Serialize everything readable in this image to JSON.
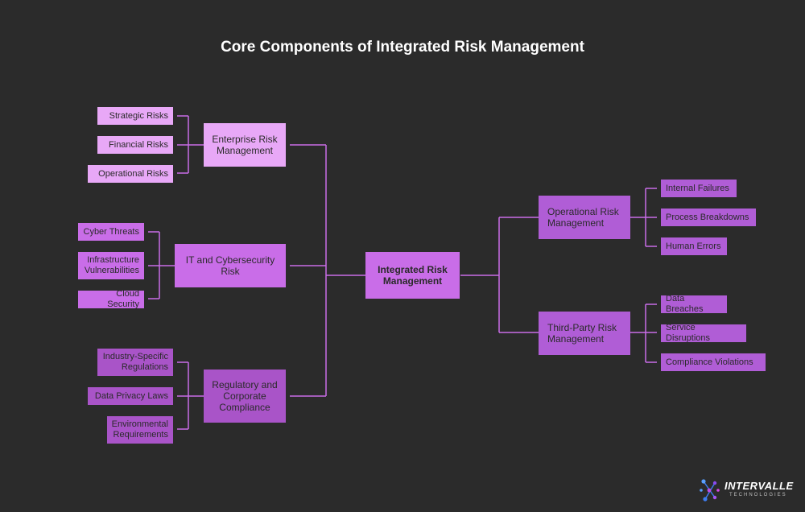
{
  "title": "Core Components of Integrated Risk Management",
  "center": "Integrated Risk Management",
  "left_branches": [
    {
      "label": "Enterprise Risk\nManagement",
      "children": [
        "Strategic Risks",
        "Financial Risks",
        "Operational Risks"
      ]
    },
    {
      "label": "IT and Cybersecurity\nRisk",
      "children": [
        "Cyber Threats",
        "Infrastructure\nVulnerabilities",
        "Cloud Security"
      ]
    },
    {
      "label": "Regulatory and\nCorporate\nCompliance",
      "children": [
        "Industry-Specific\nRegulations",
        "Data Privacy Laws",
        "Environmental\nRequirements"
      ]
    }
  ],
  "right_branches": [
    {
      "label": "Operational Risk\nManagement",
      "children": [
        "Internal Failures",
        "Process Breakdowns",
        "Human Errors"
      ]
    },
    {
      "label": "Third-Party Risk\nManagement",
      "children": [
        "Data Breaches",
        "Service Disruptions",
        "Compliance Violations"
      ]
    }
  ],
  "logo": {
    "name": "INTERVALLE",
    "sub": "TECHNOLOGIES",
    "icon": "intervalle-logo-icon"
  },
  "colors": {
    "background": "#2b2b2b",
    "line": "#c96de8",
    "enterprise": "#e8a8f7",
    "it": "#c96de8",
    "regulatory": "#a954c8",
    "right": "#b05dd6"
  }
}
